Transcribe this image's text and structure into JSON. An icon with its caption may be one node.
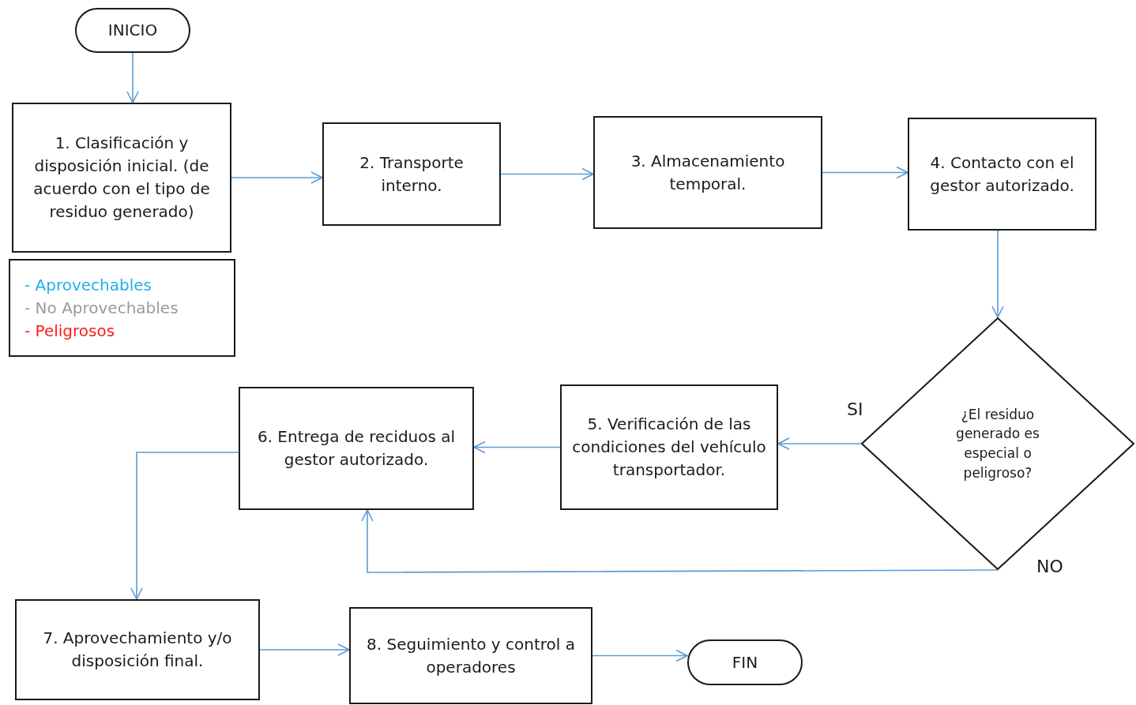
{
  "diagram": {
    "nodes": [
      {
        "text": [
          "INICIO"
        ]
      },
      {
        "text": [
          "1. Clasificación y disposición inicial. (de acuerdo con el tipo de residuo generado)"
        ]
      },
      {
        "text": [
          "- Aprovechables",
          "- No Aprovechables",
          "- Peligrosos"
        ]
      },
      {
        "text": [
          "2. Transporte interno."
        ]
      },
      {
        "text": [
          "3. Almacenamiento temporal."
        ]
      },
      {
        "text": [
          "4. Contacto con el gestor autorizado."
        ]
      },
      {
        "text": [
          "¿El residuo generado es especial o peligroso?"
        ]
      },
      {
        "text": [
          "5. Verificación de las condiciones del vehículo transportador."
        ]
      },
      {
        "text": [
          "6. Entrega de reciduos al gestor autorizado."
        ]
      },
      {
        "text": [
          "7. Aprovechamiento y/o disposición final."
        ]
      },
      {
        "text": [
          "8. Seguimiento y control a operadores"
        ]
      },
      {
        "text": [
          "FIN"
        ]
      }
    ],
    "edges": [
      {
        "from": 0,
        "to": 1,
        "arrow": "to"
      },
      {
        "from": 1,
        "to": 3,
        "arrow": "to"
      },
      {
        "from": 3,
        "to": 4,
        "arrow": "to"
      },
      {
        "from": 4,
        "to": 5,
        "arrow": "to"
      },
      {
        "from": 5,
        "to": 6,
        "arrow": "to"
      },
      {
        "from": 6,
        "to": 7,
        "arrow": "to",
        "label": "SI"
      },
      {
        "from": 7,
        "to": 8,
        "arrow": "to"
      },
      {
        "from": 6,
        "to": 8,
        "arrow": "to",
        "label": "NO"
      },
      {
        "from": 8,
        "to": 9,
        "arrow": "to"
      },
      {
        "from": 9,
        "to": 10,
        "arrow": "to"
      },
      {
        "from": 10,
        "to": 11,
        "arrow": "to"
      }
    ]
  }
}
